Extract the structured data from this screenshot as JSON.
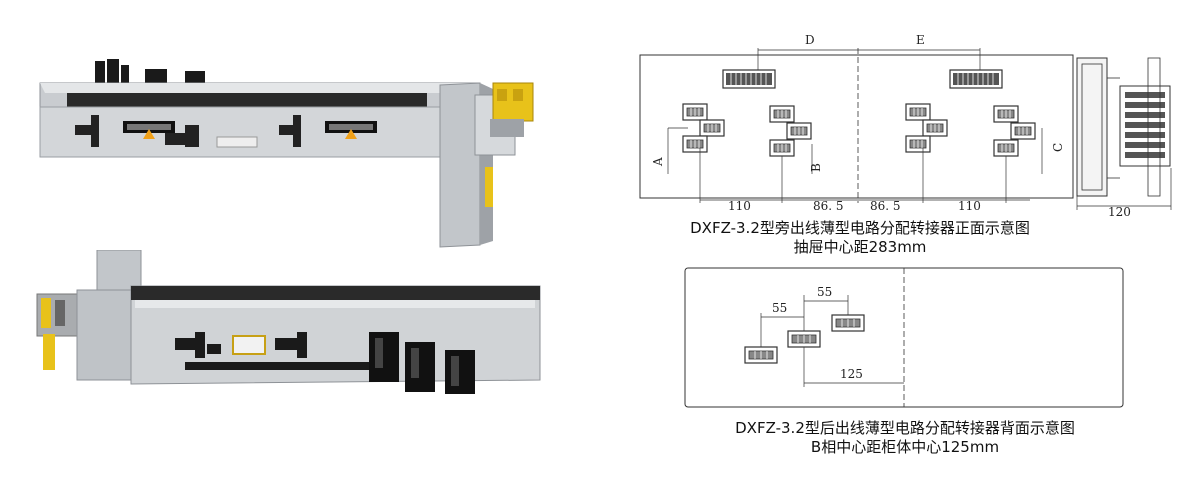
{
  "front_diagram": {
    "dim_top_left": "D",
    "dim_top_right": "E",
    "dim_a": "A",
    "dim_b": "B",
    "dim_c": "C",
    "dim_110_left": "110",
    "dim_86_left": "86. 5",
    "dim_86_right": "86. 5",
    "dim_110_right": "110",
    "dim_side": "120",
    "caption_line1": "DXFZ-3.2型旁出线薄型电路分配转接器正面示意图",
    "caption_line2": "抽屉中心距283mm"
  },
  "rear_diagram": {
    "dim_55_a": "55",
    "dim_55_b": "55",
    "dim_125": "125",
    "caption_line1": "DXFZ-3.2型后出线薄型电路分配转接器背面示意图",
    "caption_line2": "B相中心距柜体中心125mm"
  },
  "colors": {
    "metal": "#c9ccd0",
    "metal_dark": "#8e9297",
    "black_part": "#1a1a1a",
    "yellow_part": "#e8c21a",
    "line": "#333333"
  }
}
